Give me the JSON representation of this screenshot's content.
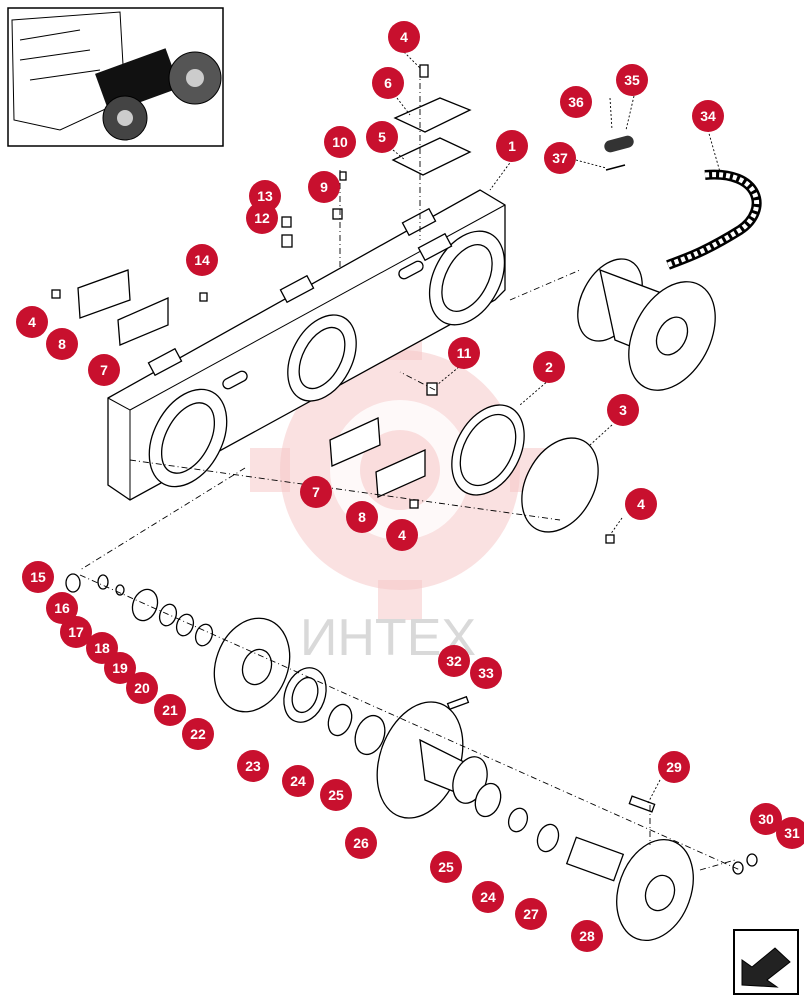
{
  "watermark": {
    "text": "ИНТЕХ"
  },
  "callouts": [
    {
      "id": "c4a",
      "label": "4"
    },
    {
      "id": "c6",
      "label": "6"
    },
    {
      "id": "c5",
      "label": "5"
    },
    {
      "id": "c10",
      "label": "10"
    },
    {
      "id": "c9",
      "label": "9"
    },
    {
      "id": "c13",
      "label": "13"
    },
    {
      "id": "c12",
      "label": "12"
    },
    {
      "id": "c1",
      "label": "1"
    },
    {
      "id": "c35",
      "label": "35"
    },
    {
      "id": "c36",
      "label": "36"
    },
    {
      "id": "c37",
      "label": "37"
    },
    {
      "id": "c34",
      "label": "34"
    },
    {
      "id": "c14",
      "label": "14"
    },
    {
      "id": "c4b",
      "label": "4"
    },
    {
      "id": "c8a",
      "label": "8"
    },
    {
      "id": "c7a",
      "label": "7"
    },
    {
      "id": "c11",
      "label": "11"
    },
    {
      "id": "c2",
      "label": "2"
    },
    {
      "id": "c3",
      "label": "3"
    },
    {
      "id": "c7b",
      "label": "7"
    },
    {
      "id": "c8b",
      "label": "8"
    },
    {
      "id": "c4c",
      "label": "4"
    },
    {
      "id": "c4d",
      "label": "4"
    },
    {
      "id": "c15",
      "label": "15"
    },
    {
      "id": "c16",
      "label": "16"
    },
    {
      "id": "c17",
      "label": "17"
    },
    {
      "id": "c18",
      "label": "18"
    },
    {
      "id": "c19",
      "label": "19"
    },
    {
      "id": "c20",
      "label": "20"
    },
    {
      "id": "c21",
      "label": "21"
    },
    {
      "id": "c22",
      "label": "22"
    },
    {
      "id": "c32",
      "label": "32"
    },
    {
      "id": "c33",
      "label": "33"
    },
    {
      "id": "c23",
      "label": "23"
    },
    {
      "id": "c24a",
      "label": "24"
    },
    {
      "id": "c25a",
      "label": "25"
    },
    {
      "id": "c26",
      "label": "26"
    },
    {
      "id": "c29",
      "label": "29"
    },
    {
      "id": "c25b",
      "label": "25"
    },
    {
      "id": "c24b",
      "label": "24"
    },
    {
      "id": "c27",
      "label": "27"
    },
    {
      "id": "c28",
      "label": "28"
    },
    {
      "id": "c30",
      "label": "30"
    },
    {
      "id": "c31",
      "label": "31"
    }
  ]
}
